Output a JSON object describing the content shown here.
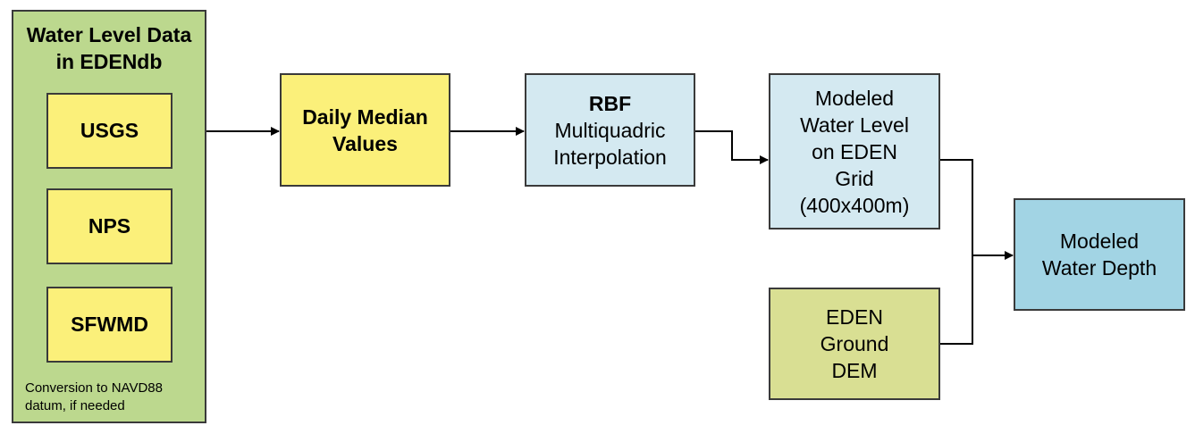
{
  "container": {
    "title_line1": "Water Level Data",
    "title_line2": "in EDENdb",
    "sources": [
      "USGS",
      "NPS",
      "SFWMD"
    ],
    "note_line1": "Conversion to NAVD88",
    "note_line2": "datum, if needed"
  },
  "daily_median": {
    "line1": "Daily Median",
    "line2": "Values"
  },
  "rbf": {
    "line1": "RBF",
    "line2": "Multiquadric",
    "line3": "Interpolation"
  },
  "modeled_level": {
    "lines": [
      "Modeled",
      "Water Level",
      "on EDEN",
      "Grid",
      "(400x400m)"
    ]
  },
  "ground_dem": {
    "lines": [
      "EDEN",
      "Ground",
      "DEM"
    ]
  },
  "water_depth": {
    "line1": "Modeled",
    "line2": "Water Depth"
  },
  "colors": {
    "container_fill": "#bcd88e",
    "yellow_fill": "#fbf07a",
    "light_blue_fill": "#d4e9f1",
    "dem_fill": "#d9df93",
    "depth_fill": "#a2d4e4"
  }
}
